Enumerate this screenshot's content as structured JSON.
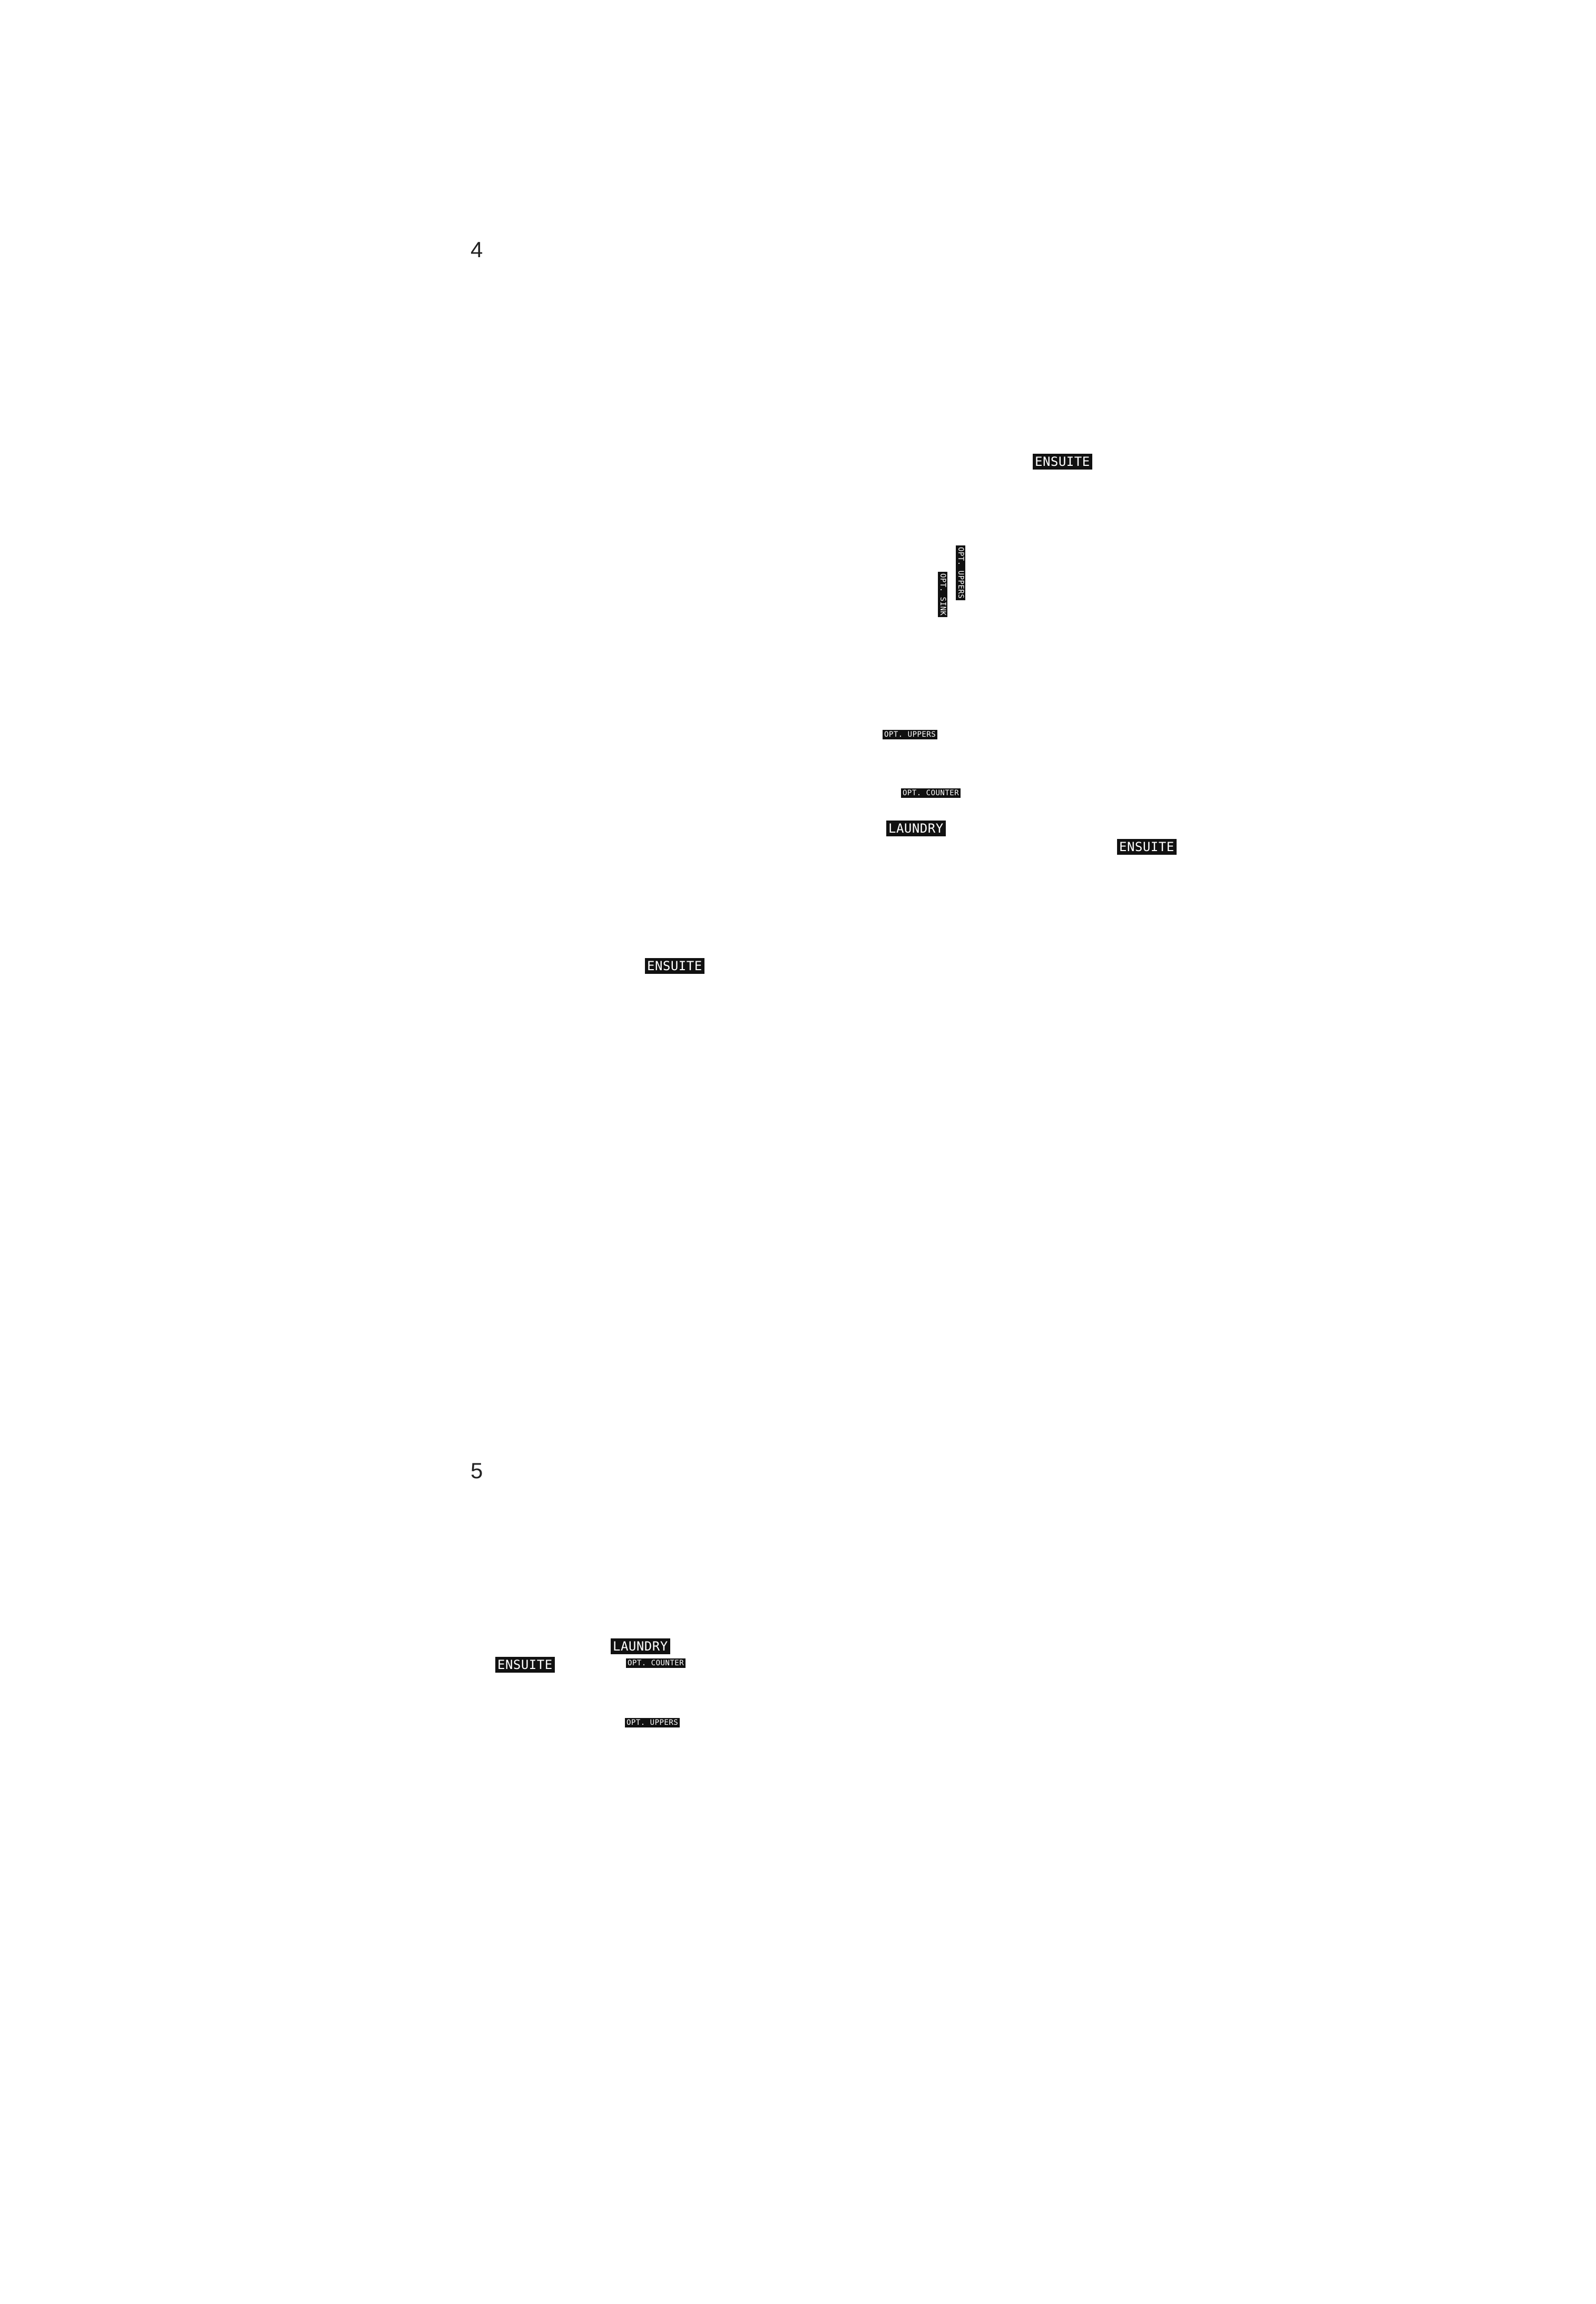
{
  "page_numbers": {
    "top": "4",
    "bottom": "5"
  },
  "labels": {
    "ensuite": "ENSUITE",
    "laundry": "LAUNDRY",
    "opt_uppers": "OPT. UPPERS",
    "opt_counter": "OPT. COUNTER",
    "opt_sink": "OPT. SINK"
  },
  "colors": {
    "tag_background": "#111111",
    "tag_text": "#ffffff",
    "page_background": "#ffffff"
  }
}
